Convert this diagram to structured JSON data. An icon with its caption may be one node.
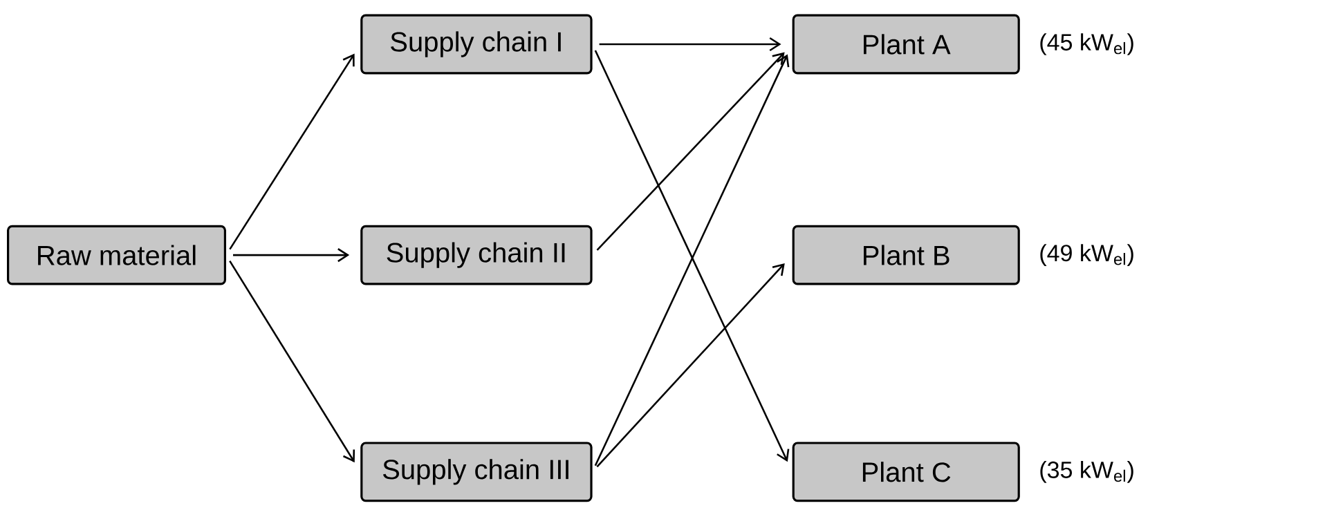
{
  "diagram": {
    "nodes": [
      {
        "text": [
          "Raw material"
        ]
      },
      {
        "text": [
          "Supply chain I"
        ]
      },
      {
        "text": [
          "Supply chain II"
        ]
      },
      {
        "text": [
          "Supply chain III"
        ]
      },
      {
        "text": [
          "Plant A"
        ],
        "beside": [
          "(45 kW$_{el}$)"
        ]
      },
      {
        "text": [
          "Plant B"
        ],
        "beside": [
          "(49 kW$_{el}$)"
        ]
      },
      {
        "text": [
          "Plant C"
        ],
        "beside": [
          "(35 kW$_{el}$)"
        ]
      }
    ],
    "edges": [
      {
        "from": 0,
        "to": 1,
        "arrow": "to"
      },
      {
        "from": 0,
        "to": 2,
        "arrow": "to"
      },
      {
        "from": 0,
        "to": 3,
        "arrow": "to"
      },
      {
        "from": 1,
        "to": 4,
        "arrow": "to"
      },
      {
        "from": 1,
        "to": 6,
        "arrow": "to"
      },
      {
        "from": 2,
        "to": 4,
        "arrow": "to"
      },
      {
        "from": 3,
        "to": 4,
        "arrow": "to"
      },
      {
        "from": 3,
        "to": 5,
        "arrow": "to"
      }
    ]
  }
}
